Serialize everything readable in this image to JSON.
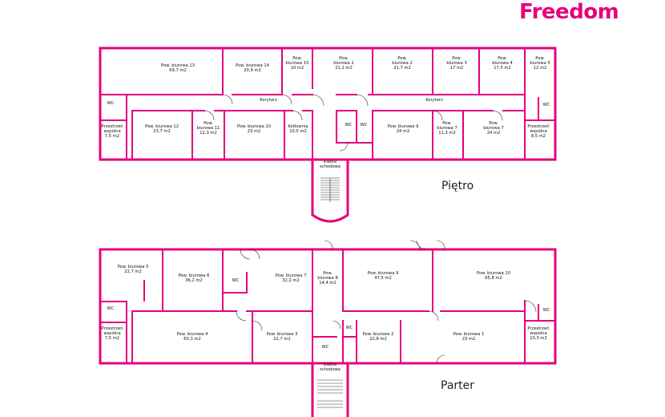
{
  "brand": {
    "logo_text": "Freedom",
    "accent": "#e6007e"
  },
  "floors": {
    "upper": {
      "title": "Piętro",
      "rooms": [
        {
          "id": "p13",
          "lines": [
            "Pow. biurowa 13",
            "69,7 m2"
          ]
        },
        {
          "id": "p14",
          "lines": [
            "Pow. biurowa 14",
            "20,9 m2"
          ]
        },
        {
          "id": "p15",
          "lines": [
            "Pow.",
            "biurowa 15",
            "10 m2"
          ]
        },
        {
          "id": "p2a",
          "lines": [
            "Pow.",
            "biurowa 2",
            "21,2 m2"
          ]
        },
        {
          "id": "p2b",
          "lines": [
            "Pow.",
            "biurowa 2",
            "21,7 m2"
          ]
        },
        {
          "id": "p3",
          "lines": [
            "Pow.",
            "biurowa  3",
            "17 m2"
          ]
        },
        {
          "id": "p4",
          "lines": [
            "Pow.",
            "biurowa 4",
            "17,5 m2"
          ]
        },
        {
          "id": "p5",
          "lines": [
            "Pow.",
            "biurowa 5",
            "12 m2"
          ]
        },
        {
          "id": "wcL",
          "lines": [
            "WC"
          ]
        },
        {
          "id": "korL",
          "lines": [
            "Korytarz"
          ]
        },
        {
          "id": "korR",
          "lines": [
            "Korytarz"
          ]
        },
        {
          "id": "wcR",
          "lines": [
            "WC"
          ]
        },
        {
          "id": "psL",
          "lines": [
            "Przestrzeń",
            "wspólna",
            "7,5 m2"
          ]
        },
        {
          "id": "p12",
          "lines": [
            "Pow. biurowa 12",
            "23,7 m2"
          ]
        },
        {
          "id": "p11",
          "lines": [
            "Pow.",
            "biurowa 11",
            "12,3 m2"
          ]
        },
        {
          "id": "p10",
          "lines": [
            "Pow. biurowa 10",
            "23 m2"
          ]
        },
        {
          "id": "kot",
          "lines": [
            "Kotłownia",
            "10,5 m2"
          ]
        },
        {
          "id": "wc1",
          "lines": [
            "WC"
          ]
        },
        {
          "id": "wc2",
          "lines": [
            "WC"
          ]
        },
        {
          "id": "p9",
          "lines": [
            "Pow. biurowa 9",
            "24 m2"
          ]
        },
        {
          "id": "p7a",
          "lines": [
            "Pow.",
            "biurowa 7",
            "11,3 m2"
          ]
        },
        {
          "id": "p7b",
          "lines": [
            "Pow.",
            "biurowa 7",
            "24 m2"
          ]
        },
        {
          "id": "psR",
          "lines": [
            "Przestrzeń",
            "wspólna",
            "8,5 m2"
          ]
        },
        {
          "id": "kl",
          "lines": [
            "Klatka",
            "schodowa"
          ]
        }
      ]
    },
    "ground": {
      "title": "Parter",
      "rooms": [
        {
          "id": "g5",
          "lines": [
            "Pow. biurowa 5",
            "22,7 m2"
          ]
        },
        {
          "id": "g6",
          "lines": [
            "Pow. biurowa 6",
            "36,2 m2"
          ]
        },
        {
          "id": "gwc1",
          "lines": [
            "WC"
          ]
        },
        {
          "id": "g7",
          "lines": [
            "Pow. biurowa 7",
            "32,2 m2"
          ]
        },
        {
          "id": "g8",
          "lines": [
            "Pow.",
            "biurowa 8",
            "14,4 m2"
          ]
        },
        {
          "id": "g9",
          "lines": [
            "Pow. biurowa 9",
            "47,5 m2"
          ]
        },
        {
          "id": "g10",
          "lines": [
            "Pow. biurowa 10",
            "65,8 m2"
          ]
        },
        {
          "id": "gwcL",
          "lines": [
            "WC"
          ]
        },
        {
          "id": "gwcR",
          "lines": [
            "WC"
          ]
        },
        {
          "id": "gpsL",
          "lines": [
            "Przestrzeń",
            "wspólna",
            "7,5 m2"
          ]
        },
        {
          "id": "g4",
          "lines": [
            "Pow. biurowa 4",
            "60,3 m2"
          ]
        },
        {
          "id": "g3",
          "lines": [
            "Pow. biurowa 3",
            "22,7 m2"
          ]
        },
        {
          "id": "gwc2",
          "lines": [
            "WC"
          ]
        },
        {
          "id": "gwc3",
          "lines": [
            "WC"
          ]
        },
        {
          "id": "g2",
          "lines": [
            "Pow. biurowa 2",
            "22,8 m2"
          ]
        },
        {
          "id": "g1",
          "lines": [
            "Pow. biurowa 1",
            "23 m2"
          ]
        },
        {
          "id": "gpsR",
          "lines": [
            "Przestrzeń",
            "wspólna",
            "10,3 m2"
          ]
        },
        {
          "id": "gkl",
          "lines": [
            "Klatka",
            "schodowa"
          ]
        }
      ]
    }
  }
}
